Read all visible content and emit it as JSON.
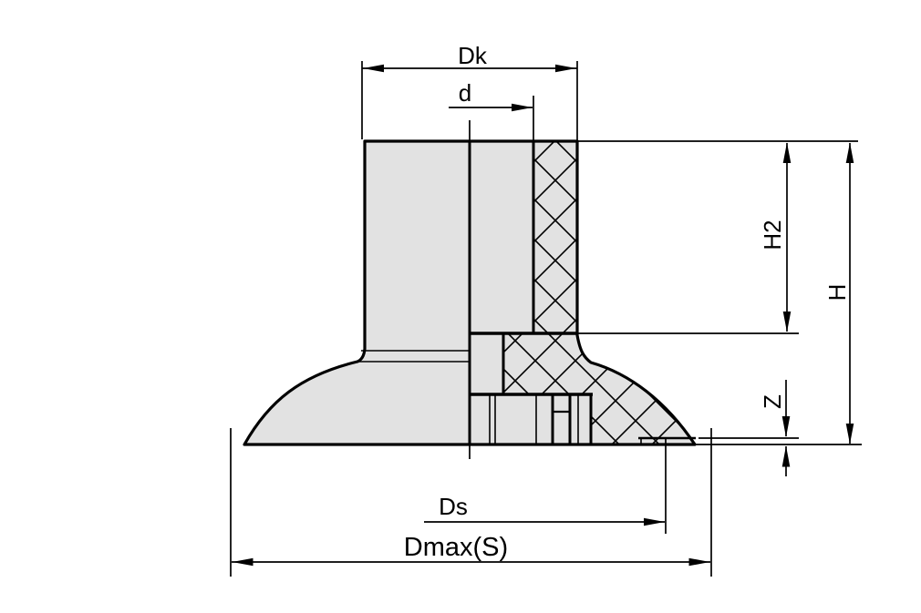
{
  "drawing": {
    "type": "technical-half-section-drawing",
    "subject": "flat suction cup with fitting, dimensional cross-section",
    "labels": {
      "dk": "Dk",
      "d": "d",
      "h2": "H2",
      "h": "H",
      "z": "Z",
      "ds": "Ds",
      "dmax": "Dmax(S)"
    },
    "colors": {
      "body_fill": "#e2e2e2",
      "line": "#000000",
      "background": "#ffffff"
    }
  }
}
